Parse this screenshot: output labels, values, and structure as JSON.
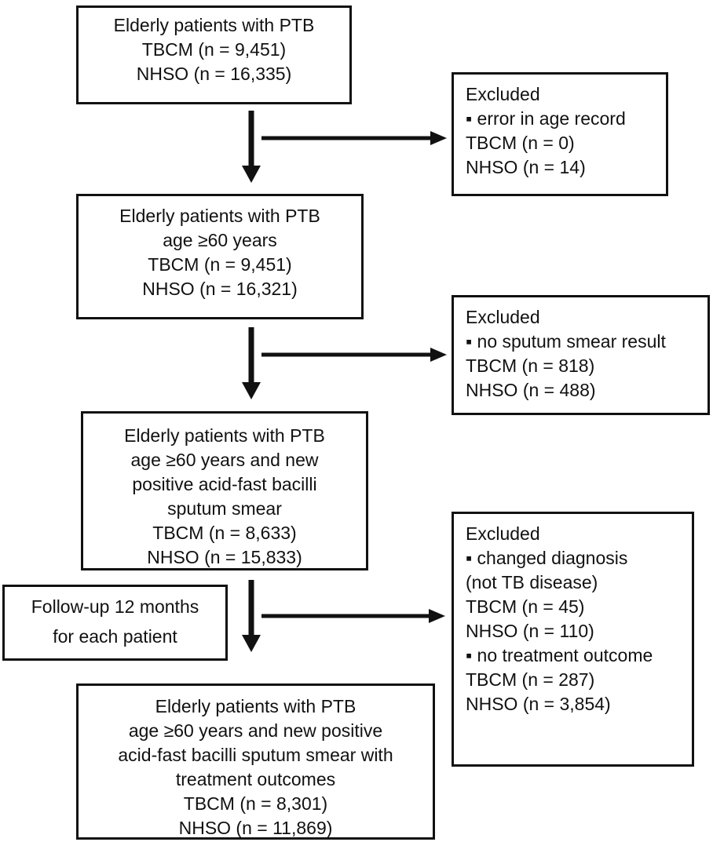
{
  "diagram": {
    "colors": {
      "line": "#111111",
      "text": "#111111",
      "background": "#ffffff"
    },
    "boxes": {
      "cohort_initial": {
        "lines": [
          "Elderly patients with PTB",
          "TBCM (n = 9,451)",
          "NHSO (n = 16,335)"
        ]
      },
      "excluded_age": {
        "lines": [
          "Excluded",
          "▪ error in age record",
          "TBCM (n = 0)",
          "NHSO (n = 14)"
        ]
      },
      "cohort_age60": {
        "lines": [
          "Elderly patients with PTB",
          "age ≥60 years",
          "TBCM (n = 9,451)",
          "NHSO (n = 16,321)"
        ]
      },
      "excluded_smear": {
        "lines": [
          "Excluded",
          "▪ no sputum smear result",
          "TBCM (n = 818)",
          "NHSO (n = 488)"
        ]
      },
      "cohort_smear": {
        "lines": [
          "Elderly patients with PTB",
          "age ≥60 years and new",
          "positive acid-fast bacilli",
          "sputum smear",
          "TBCM (n = 8,633)",
          "NHSO (n = 15,833)"
        ]
      },
      "followup": {
        "lines": [
          "Follow-up 12 months",
          "for each patient"
        ]
      },
      "excluded_outcome": {
        "lines": [
          "Excluded",
          "▪ changed diagnosis",
          "(not TB disease)",
          "TBCM (n = 45)",
          "NHSO (n = 110)",
          "▪ no treatment outcome",
          "TBCM (n = 287)",
          "NHSO (n = 3,854)"
        ]
      },
      "cohort_outcomes": {
        "lines": [
          "Elderly patients with PTB",
          "age ≥60 years and new positive",
          "acid-fast bacilli sputum smear with",
          "treatment outcomes",
          "TBCM (n = 8,301)",
          "NHSO (n = 11,869)"
        ]
      }
    }
  }
}
